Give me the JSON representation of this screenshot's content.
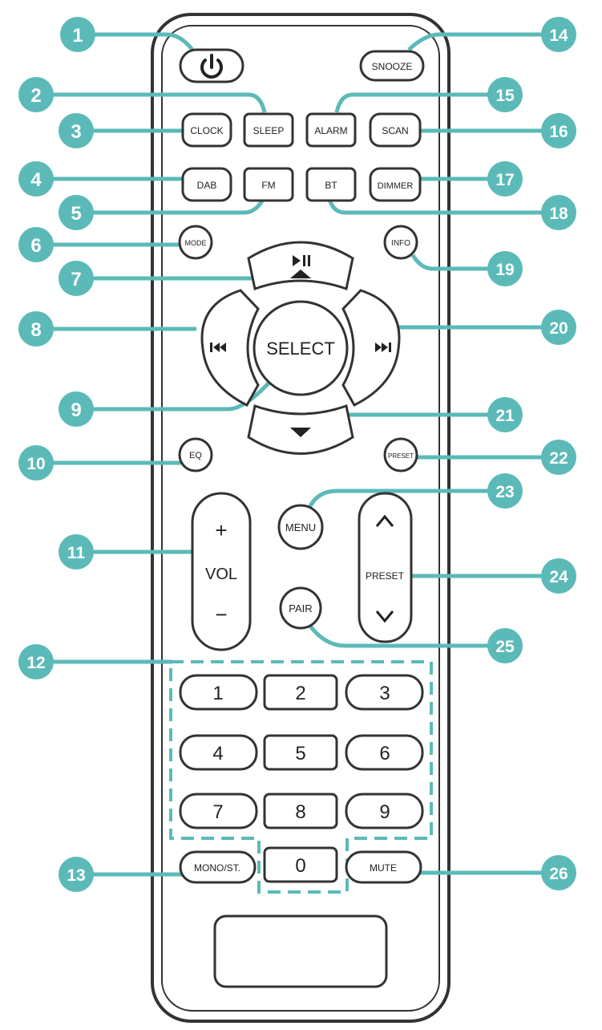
{
  "colors": {
    "callout": "#5bbab8",
    "outline": "#333333",
    "body": "#ffffff"
  },
  "power_icon": "power-icon",
  "buttons": {
    "snooze": "SNOOZE",
    "sleep": "SLEEP",
    "alarm": "ALARM",
    "clock": "CLOCK",
    "scan": "SCAN",
    "dab": "DAB",
    "fm": "FM",
    "bt": "BT",
    "dimmer": "DIMMER",
    "mode": "MODE",
    "info": "INFO",
    "select": "SELECT",
    "eq": "EQ",
    "preset_small": "PRESET",
    "menu": "MENU",
    "pair": "PAIR",
    "vol": "VOL",
    "vol_plus": "+",
    "vol_minus": "−",
    "preset": "PRESET",
    "mono": "MONO/ST.",
    "mute": "MUTE"
  },
  "keypad": [
    "1",
    "2",
    "3",
    "4",
    "5",
    "6",
    "7",
    "8",
    "9",
    "0"
  ],
  "callouts": [
    "1",
    "2",
    "3",
    "4",
    "5",
    "6",
    "7",
    "8",
    "9",
    "10",
    "11",
    "12",
    "13",
    "14",
    "15",
    "16",
    "17",
    "18",
    "19",
    "20",
    "21",
    "22",
    "23",
    "24",
    "25",
    "26"
  ]
}
